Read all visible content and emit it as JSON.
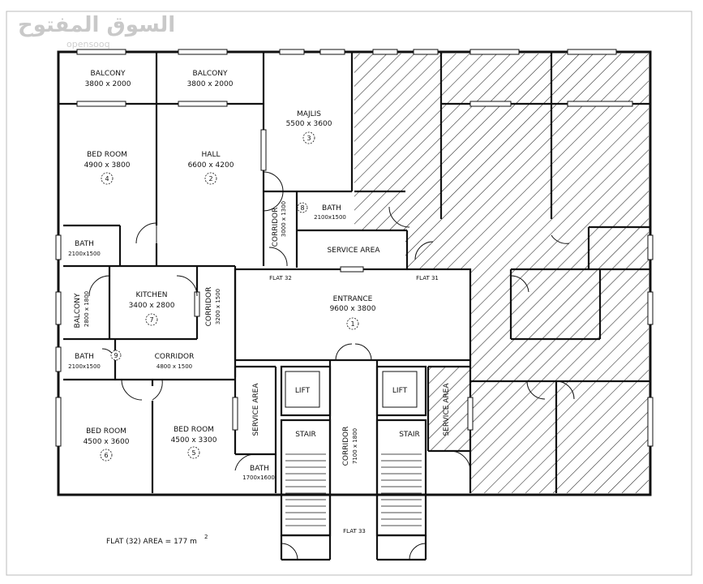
{
  "watermark": {
    "arabic": "السوق المفتوح",
    "latin": "opensooq"
  },
  "rooms": {
    "balcony1": {
      "name": "BALCONY",
      "dim": "3800 x 2000"
    },
    "balcony2": {
      "name": "BALCONY",
      "dim": "3800 x 2000"
    },
    "majlis": {
      "name": "MAJLIS",
      "dim": "5500 x 3600",
      "num": "3"
    },
    "bedroom4": {
      "name": "BED ROOM",
      "dim": "4900 x 3800",
      "num": "4"
    },
    "hall": {
      "name": "HALL",
      "dim": "6600 x 4200",
      "num": "2"
    },
    "corridor_top": {
      "name": "CORRIDOR",
      "dim": "3000 x 1300"
    },
    "bath8": {
      "name": "BATH",
      "dim": "2100x1500",
      "num": "8"
    },
    "service_area_top": {
      "name": "SERVICE AREA"
    },
    "bath_left": {
      "name": "BATH",
      "dim": "2100x1500"
    },
    "balcony_side": {
      "name": "BALCONY",
      "dim": "2800 x 1800"
    },
    "kitchen": {
      "name": "KITCHEN",
      "dim": "3400 x 2800",
      "num": "7"
    },
    "corridor_mid": {
      "name": "CORRIDOR",
      "dim": "3200 x 1500"
    },
    "entrance": {
      "name": "ENTRANCE",
      "dim": "9600 x 3800",
      "num": "1"
    },
    "bath9": {
      "name": "BATH",
      "dim": "2100x1500",
      "num": "9"
    },
    "corridor_low": {
      "name": "CORRIDOR",
      "dim": "4800 x 1500"
    },
    "bedroom6": {
      "name": "BED ROOM",
      "dim": "4500 x 3600",
      "num": "6"
    },
    "bedroom5": {
      "name": "BED ROOM",
      "dim": "4500 x 3300",
      "num": "5"
    },
    "bath_small": {
      "name": "BATH",
      "dim": "1700x1600"
    },
    "service_area_left": {
      "name": "SERVICE AREA"
    },
    "service_area_right": {
      "name": "SERVICE AREA"
    },
    "lift_left": {
      "name": "LIFT"
    },
    "lift_right": {
      "name": "LIFT"
    },
    "stair_left": {
      "name": "STAIR"
    },
    "stair_right": {
      "name": "STAIR"
    },
    "corridor_core": {
      "name": "CORRIDOR",
      "dim": "7100 x 1800"
    }
  },
  "flats": {
    "flat32": "FLAT 32",
    "flat31": "FLAT 31",
    "flat33": "FLAT 33"
  },
  "area_note": {
    "text": "FLAT (32) AREA = 177 m",
    "sup": "2"
  }
}
